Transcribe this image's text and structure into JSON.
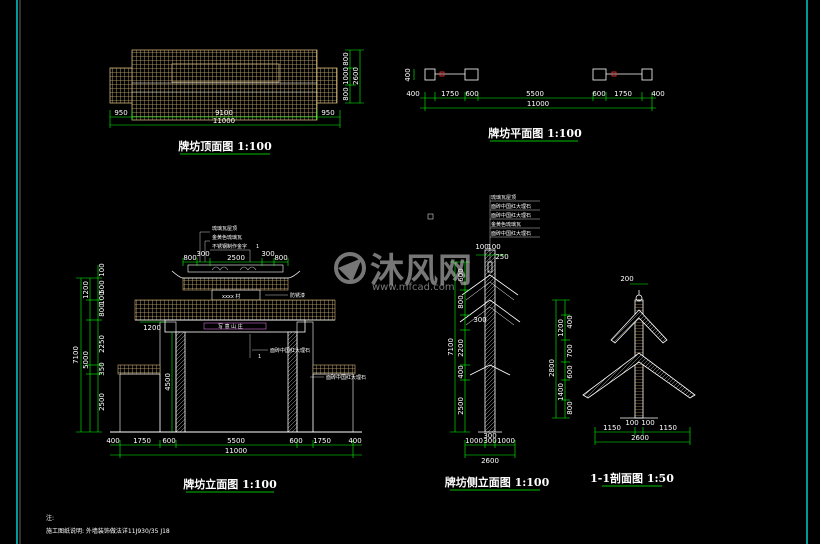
{
  "colors": {
    "background": "#000000",
    "frame": "#00ffff",
    "outline": "#ffffff",
    "dimension": "#00ff00",
    "tile": "#d2b47a",
    "accent": "#ff3030",
    "detail": "#ff80ff"
  },
  "views": {
    "top": {
      "title": "牌坊顶面图 1:100",
      "dims_bottom": [
        "950",
        "9100",
        "950"
      ],
      "total": "11000",
      "dims_right": [
        "800",
        "1000",
        "800"
      ],
      "total_right": "2600"
    },
    "plan": {
      "title": "牌坊平面图 1:100",
      "dims_bottom": [
        "400",
        "1750",
        "600",
        "5500",
        "600",
        "1750",
        "400"
      ],
      "total": "11000",
      "dim_left": "400"
    },
    "elevation": {
      "title": "牌坊立面图 1:100",
      "dims_bottom": [
        "400",
        "1750",
        "600",
        "5500",
        "600",
        "1750",
        "400"
      ],
      "total": "11000",
      "dims_left": [
        "1200",
        "100",
        "500",
        "100",
        "800",
        "2250",
        "350",
        "2500"
      ],
      "total_left": "7100",
      "left_sub": [
        "5000",
        "4500"
      ],
      "top_dims": [
        "800",
        "300",
        "2500",
        "300",
        "800"
      ],
      "label_1200": "1200",
      "labels": [
        "琉璃瓦屋顶",
        "金黄色琉璃瓦",
        "不锈钢制作金字",
        "防锈漆",
        "面砖中国红大理石",
        "面砖中国红大理石"
      ],
      "plaque_text": "xxxx 村",
      "beam_text": "写 意 山 庄"
    },
    "side": {
      "title": "牌坊侧立面图 1:100",
      "labels": [
        "琉璃瓦屋顶",
        "面砖中国红大理石",
        "面砖中国红大理石",
        "金黄色琉璃瓦",
        "面砖中国红大理石"
      ],
      "dims_top": [
        "100",
        "100",
        "250"
      ],
      "dims_left": [
        "600",
        "800",
        "300",
        "2200",
        "400",
        "2500"
      ],
      "total_left": "7100",
      "dims_bottom": [
        "1000",
        "300",
        "1000"
      ],
      "sub_bottom": "300",
      "total": "2600"
    },
    "section": {
      "title": "1-1剖面图 1:50",
      "top_dim": "200",
      "dims_right": [
        "400",
        "1200",
        "700",
        "600",
        "2800",
        "1400",
        "800"
      ],
      "dims_bottom": [
        "1150",
        "100",
        "100",
        "1150"
      ],
      "total": "2600"
    }
  },
  "note": {
    "heading": "注:",
    "text": "施工图纸说明: 外墙装饰做法详11J930/35 J18"
  },
  "watermark": {
    "text": "沐风网",
    "sub": "www.mfcad.com"
  }
}
